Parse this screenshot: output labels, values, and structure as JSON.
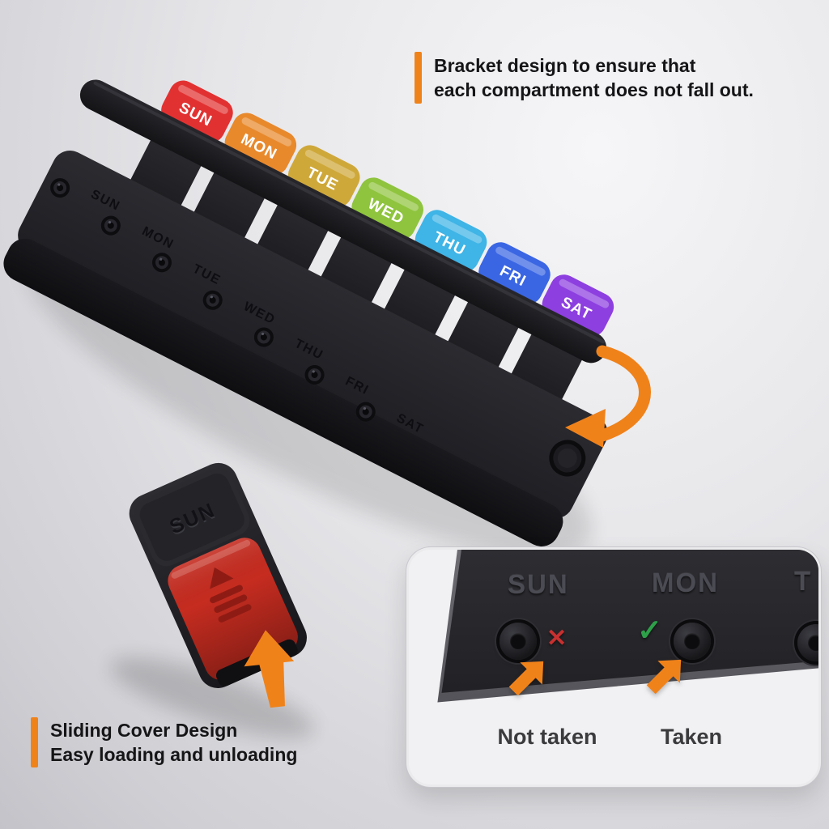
{
  "accent": "#f0821a",
  "callouts": {
    "bracket": {
      "line1": "Bracket design to ensure that",
      "line2": "each compartment does not fall out."
    },
    "sliding": {
      "line1": "Sliding Cover Design",
      "line2": "Easy loading and unloading"
    }
  },
  "days": [
    {
      "label": "SUN",
      "color": "#e23131"
    },
    {
      "label": "MON",
      "color": "#e8892c"
    },
    {
      "label": "TUE",
      "color": "#cfa83a"
    },
    {
      "label": "WED",
      "color": "#8fc43e"
    },
    {
      "label": "THU",
      "color": "#3fb4e6"
    },
    {
      "label": "FRI",
      "color": "#3a66e4"
    },
    {
      "label": "SAT",
      "color": "#8d3fe0"
    }
  ],
  "loose_compartment": {
    "label": "SUN",
    "cover_color": "#c62c20"
  },
  "inset": {
    "day1": "SUN",
    "day2": "MON",
    "day3_partial": "T",
    "not_taken": {
      "symbol": "✕",
      "label": "Not taken",
      "color": "#c93030"
    },
    "taken": {
      "symbol": "✓",
      "label": "Taken",
      "color": "#2ea04a"
    }
  }
}
